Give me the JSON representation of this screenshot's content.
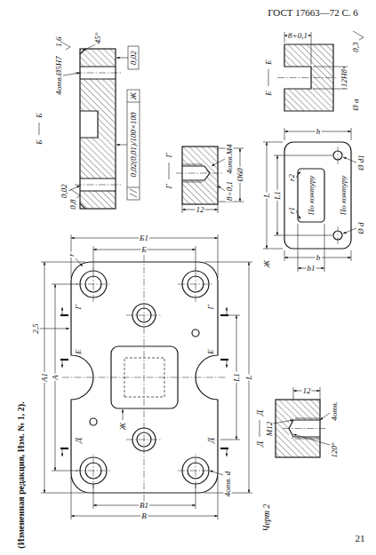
{
  "diagram": {
    "labels": [
      "ГОСТ 17663—72 С. 6",
      "21",
      "(Измененная редакция, Изм. № 1, 2).",
      "Черт 2",
      "A1",
      "A",
      "L1",
      "L",
      "B",
      "B1",
      "Б",
      "Б1",
      "4отв. d",
      "Д",
      "Д",
      "Е",
      "Е",
      "Г",
      "Г",
      "Ж",
      "r",
      "2,5",
      "Б",
      "Б",
      "4отв.Ø5Н7",
      "0,02",
      "1,6",
      "0,8",
      "45°",
      "0,02(0,01)/100×100",
      "Ж",
      "0,02",
      "Г",
      "Г",
      "12",
      "8+0,1",
      "4отв.М4",
      "Ø60",
      "Д",
      "Д",
      "М12",
      "12",
      "120°",
      "4отв.",
      "Ж",
      "L",
      "L1",
      "b",
      "b1",
      "h",
      "По контуру",
      "По контуру",
      "r1",
      "r2",
      "Ø d",
      "Ø d1",
      "Е",
      "Е",
      "12Н8",
      "8+0,1",
      "Ø a",
      "0,3"
    ]
  }
}
